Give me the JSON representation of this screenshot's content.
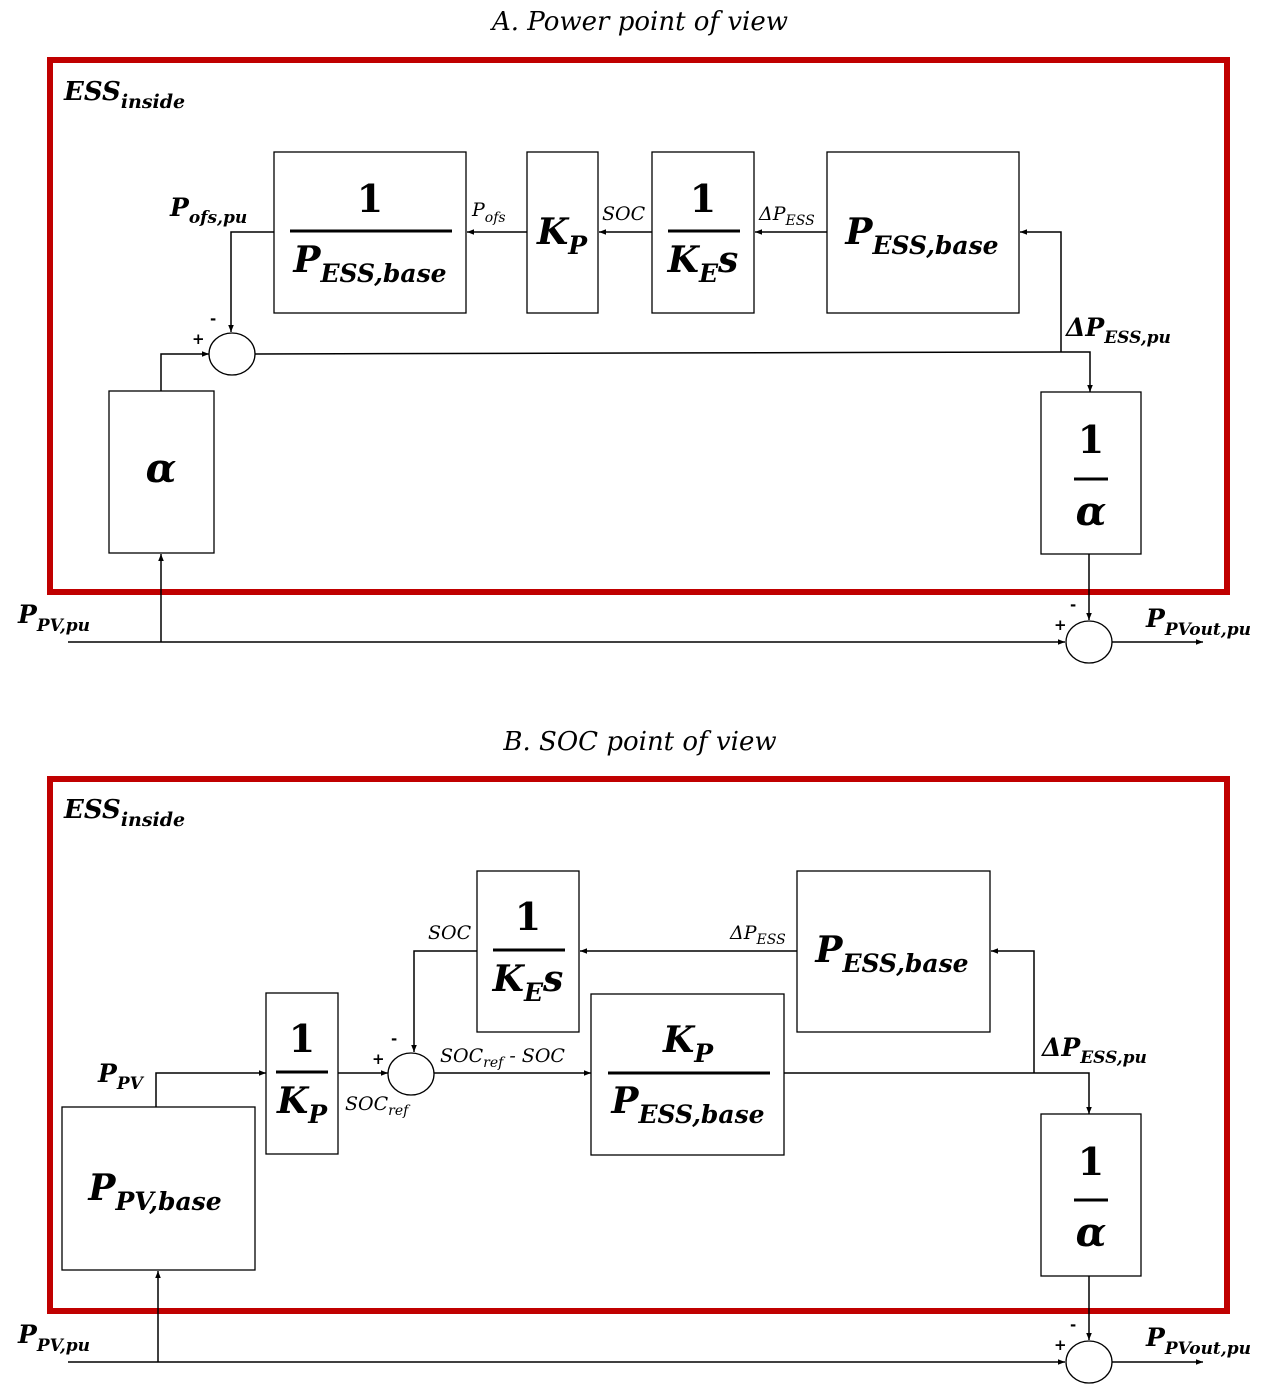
{
  "panel_a": {
    "title": "A. Power point of view",
    "frame_label": {
      "main": "ESS",
      "sub": "inside"
    },
    "input_label": {
      "main": "P",
      "sub": "PV,pu"
    },
    "output_label": {
      "main": "P",
      "sub": "PVout,pu"
    },
    "blocks": {
      "alpha": "α",
      "inv_pess": {
        "num": "1",
        "den_main": "P",
        "den_sub": "ESS,base"
      },
      "kp": {
        "main": "K",
        "sub": "P"
      },
      "inv_kes": {
        "num": "1",
        "den_main": "K",
        "den_sub": "E",
        "den_tail": "s"
      },
      "pess": {
        "main": "P",
        "sub": "ESS,base"
      },
      "inv_alpha": {
        "num": "1",
        "den": "α"
      }
    },
    "signals": {
      "pofs_pu": {
        "main": "P",
        "sub": "ofs,pu"
      },
      "pofs": {
        "main": "P",
        "sub": "ofs"
      },
      "soc": "SOC",
      "dpess": {
        "main": "ΔP",
        "sub": "ESS"
      },
      "dpess_pu": {
        "main": "ΔP",
        "sub": "ESS,pu"
      }
    },
    "signs": {
      "plus": "+",
      "minus": "-"
    }
  },
  "panel_b": {
    "title": "B. SOC point of view",
    "frame_label": {
      "main": "ESS",
      "sub": "inside"
    },
    "input_label": {
      "main": "P",
      "sub": "PV,pu"
    },
    "output_label": {
      "main": "P",
      "sub": "PVout,pu"
    },
    "blocks": {
      "ppv_base": {
        "main": "P",
        "sub": "PV,base"
      },
      "inv_kp": {
        "num": "1",
        "den_main": "K",
        "den_sub": "P"
      },
      "inv_kes": {
        "num": "1",
        "den_main": "K",
        "den_sub": "E",
        "den_tail": "s"
      },
      "kp_pess": {
        "num_main": "K",
        "num_sub": "P",
        "den_main": "P",
        "den_sub": "ESS,base"
      },
      "pess": {
        "main": "P",
        "sub": "ESS,base"
      },
      "inv_alpha": {
        "num": "1",
        "den": "α"
      }
    },
    "signals": {
      "ppv": {
        "main": "P",
        "sub": "PV"
      },
      "soc": "SOC",
      "soc_ref": {
        "main": "SOC",
        "sub": "ref"
      },
      "soc_err": {
        "main": "SOC",
        "sub": "ref",
        "tail": " - SOC"
      },
      "dpess": {
        "main": "ΔP",
        "sub": "ESS"
      },
      "dpess_pu": {
        "main": "ΔP",
        "sub": "ESS,pu"
      }
    },
    "signs": {
      "plus": "+",
      "minus": "-"
    }
  },
  "colors": {
    "frame": "#c00000",
    "line": "#000000",
    "background": "#ffffff"
  }
}
